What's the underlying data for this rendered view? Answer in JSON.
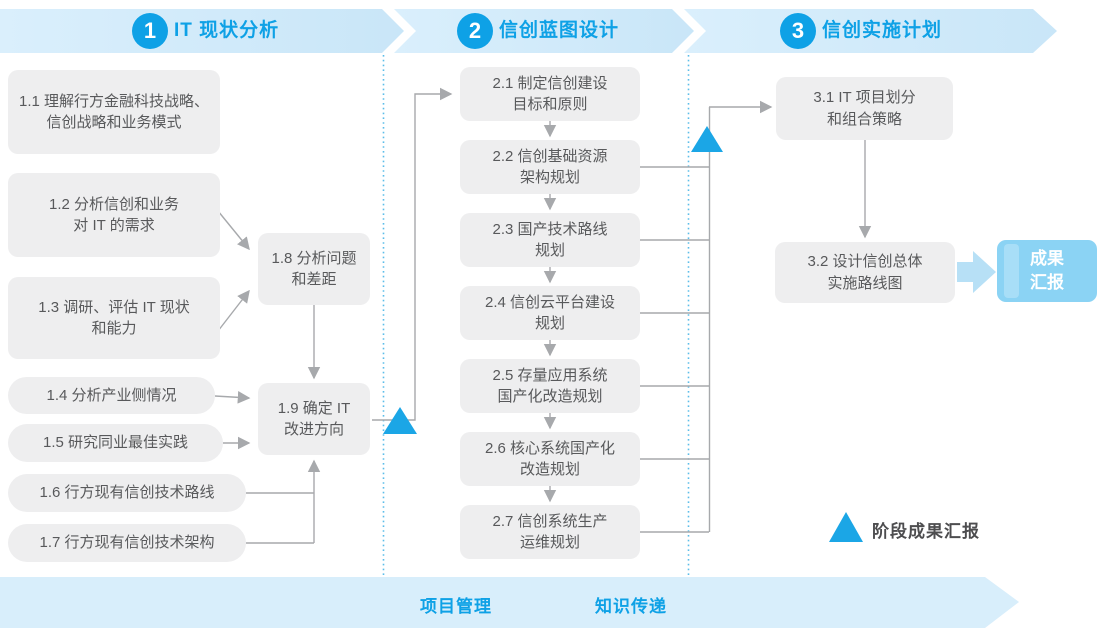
{
  "phases": [
    {
      "num": "1",
      "title": "IT 现状分析"
    },
    {
      "num": "2",
      "title": "信创蓝图设计"
    },
    {
      "num": "3",
      "title": "信创实施计划"
    }
  ],
  "boxes": {
    "b11": [
      "1.1 理解行方金融科技战略、",
      "信创战略和业务模式"
    ],
    "b12": [
      "1.2 分析信创和业务",
      "对 IT 的需求"
    ],
    "b13": [
      "1.3 调研、评估 IT 现状",
      "和能力"
    ],
    "b14": [
      "1.4 分析产业侧情况"
    ],
    "b15": [
      "1.5 研究同业最佳实践"
    ],
    "b16": [
      "1.6 行方现有信创技术路线"
    ],
    "b17": [
      "1.7 行方现有信创技术架构"
    ],
    "b18": [
      "1.8 分析问题",
      "和差距"
    ],
    "b19": [
      "1.9 确定 IT",
      "改进方向"
    ],
    "b21": [
      "2.1 制定信创建设",
      "目标和原则"
    ],
    "b22": [
      "2.2 信创基础资源",
      "架构规划"
    ],
    "b23": [
      "2.3 国产技术路线",
      "规划"
    ],
    "b24": [
      "2.4 信创云平台建设",
      "规划"
    ],
    "b25": [
      "2.5 存量应用系统",
      "国产化改造规划"
    ],
    "b26": [
      "2.6 核心系统国产化",
      "改造规划"
    ],
    "b27": [
      "2.7 信创系统生产",
      "运维规划"
    ],
    "b31": [
      "3.1 IT 项目划分",
      "和组合策略"
    ],
    "b32": [
      "3.2 设计信创总体",
      "实施路线图"
    ]
  },
  "result": [
    "成果",
    "汇报"
  ],
  "legend": "阶段成果汇报",
  "bottom": [
    "项目管理",
    "知识传递"
  ],
  "colors": {
    "accent": "#0ea1e6",
    "band_light": "#daeffc",
    "band_dark": "#c9e6f8",
    "box_bg": "#eeeeef",
    "box_text": "#58595b",
    "line": "#a7a9ac",
    "triangle": "#1ba6e6",
    "result_bg": "#8bd3f4",
    "thick_arrow": "#b7e0f6",
    "dotted": "#5bbde9"
  }
}
